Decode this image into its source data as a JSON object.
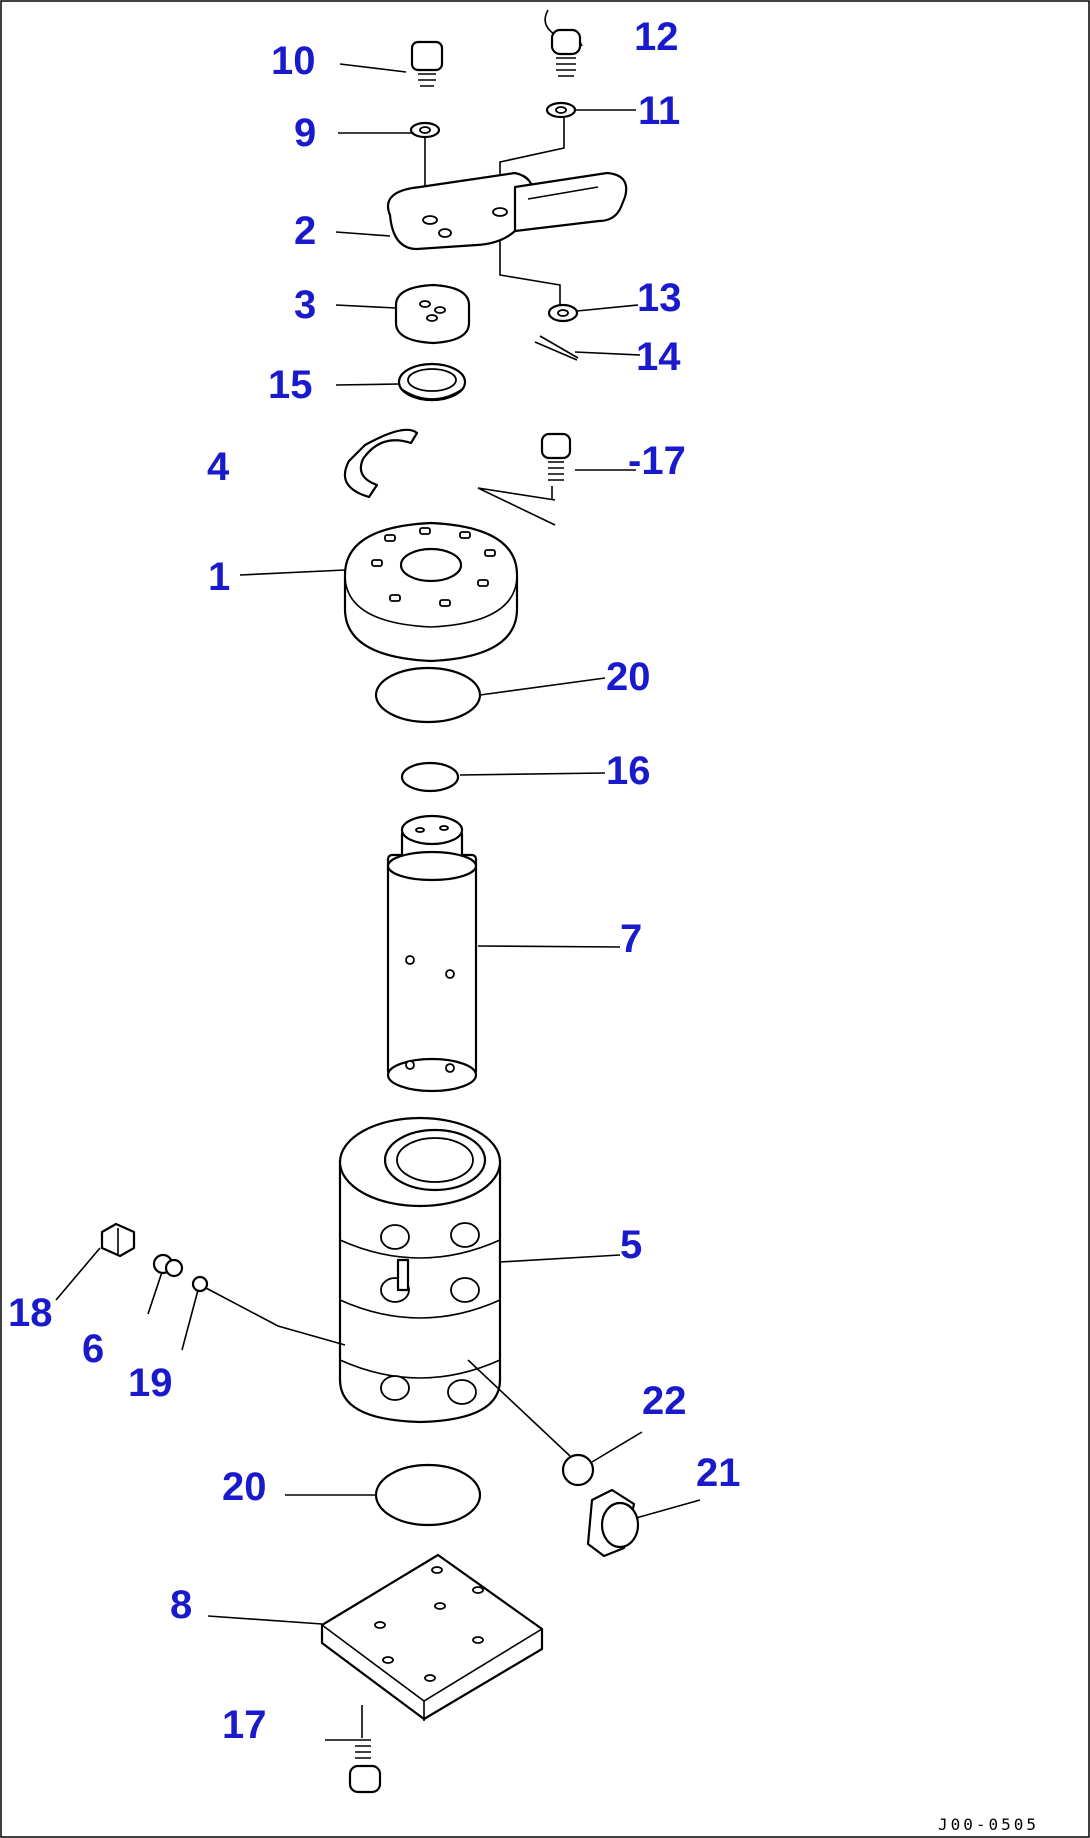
{
  "figure_code": "J00-0505",
  "callouts": {
    "c1": "1",
    "c2": "2",
    "c3": "3",
    "c4": "4",
    "c5": "5",
    "c6": "6",
    "c7": "7",
    "c8": "8",
    "c9": "9",
    "c10": "10",
    "c11": "11",
    "c12": "12",
    "c13": "13",
    "c14": "14",
    "c15": "15",
    "c16": "16",
    "c17a": "-17",
    "c17b": "17",
    "c18": "18",
    "c19": "19",
    "c20a": "20",
    "c20b": "20",
    "c21": "21",
    "c22": "22"
  },
  "colors": {
    "callout": "#1a1acd",
    "drawing": "#000000",
    "background": "#ffffff"
  }
}
